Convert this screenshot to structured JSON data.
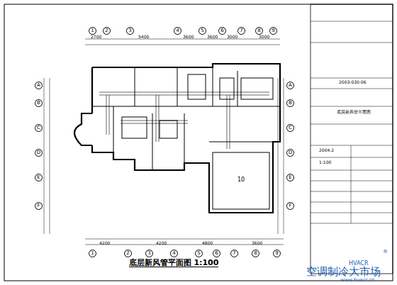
{
  "diagram": {
    "title": "底层新风管平面图 1:100",
    "nodes": [
      {
        "text": [
          "1"
        ]
      },
      {
        "text": [
          "2"
        ]
      },
      {
        "text": [
          "3"
        ]
      },
      {
        "text": [
          "4"
        ]
      },
      {
        "text": [
          "5"
        ]
      },
      {
        "text": [
          "6"
        ]
      },
      {
        "text": [
          "7"
        ]
      },
      {
        "text": [
          "8"
        ]
      },
      {
        "text": [
          "9"
        ]
      },
      {
        "text": [
          "1"
        ]
      },
      {
        "text": [
          "2"
        ]
      },
      {
        "text": [
          "3"
        ]
      },
      {
        "text": [
          "4"
        ]
      },
      {
        "text": [
          "5"
        ]
      },
      {
        "text": [
          "6"
        ]
      },
      {
        "text": [
          "7"
        ]
      },
      {
        "text": [
          "8"
        ]
      },
      {
        "text": [
          "9"
        ]
      },
      {
        "text": [
          "A"
        ]
      },
      {
        "text": [
          "B"
        ]
      },
      {
        "text": [
          "C"
        ]
      },
      {
        "text": [
          "D"
        ]
      },
      {
        "text": [
          "E"
        ]
      },
      {
        "text": [
          "F"
        ]
      },
      {
        "text": [
          "A"
        ]
      },
      {
        "text": [
          "B"
        ]
      },
      {
        "text": [
          "C"
        ]
      },
      {
        "text": [
          "D"
        ]
      },
      {
        "text": [
          "E"
        ]
      },
      {
        "text": [
          "F"
        ]
      }
    ],
    "labels": [
      "2700",
      "5400",
      "3600",
      "3600",
      "3000",
      "3000",
      "4200",
      "4200",
      "4800",
      "3600",
      "10",
      "2003-030-06",
      "底层新风管平面图",
      "2004.2",
      "1:100",
      "HVACR",
      "®",
      "空调制冷大市场",
      "www.hvacr.cn"
    ]
  }
}
